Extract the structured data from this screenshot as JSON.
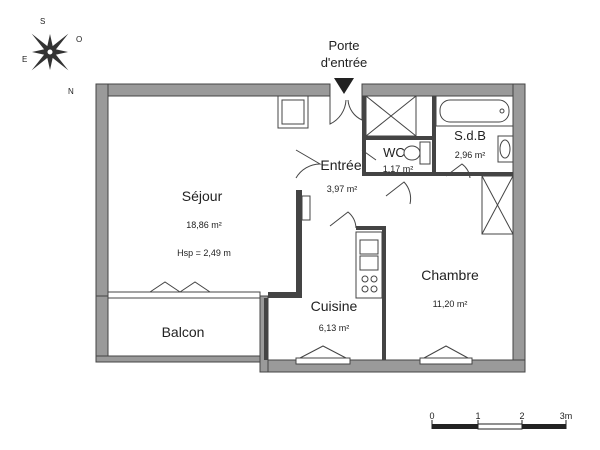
{
  "compass": {
    "north": "N",
    "south": "S",
    "east": "E",
    "west": "O"
  },
  "entrance": {
    "line1": "Porte",
    "line2": "d'entrée"
  },
  "rooms": {
    "sejour": {
      "name": "Séjour",
      "area": "18,86 m²",
      "height": "Hsp = 2,49 m"
    },
    "entree": {
      "name": "Entrée",
      "area": "3,97 m²"
    },
    "wc": {
      "name": "WC",
      "area": "1,17 m²"
    },
    "sdb": {
      "name": "S.d.B",
      "area": "2,96 m²"
    },
    "chambre": {
      "name": "Chambre",
      "area": "11,20 m²"
    },
    "cuisine": {
      "name": "Cuisine",
      "area": "6,13 m²"
    },
    "balcon": {
      "name": "Balcon"
    }
  },
  "scale": {
    "ticks": [
      "0",
      "1",
      "2",
      "3m"
    ]
  }
}
